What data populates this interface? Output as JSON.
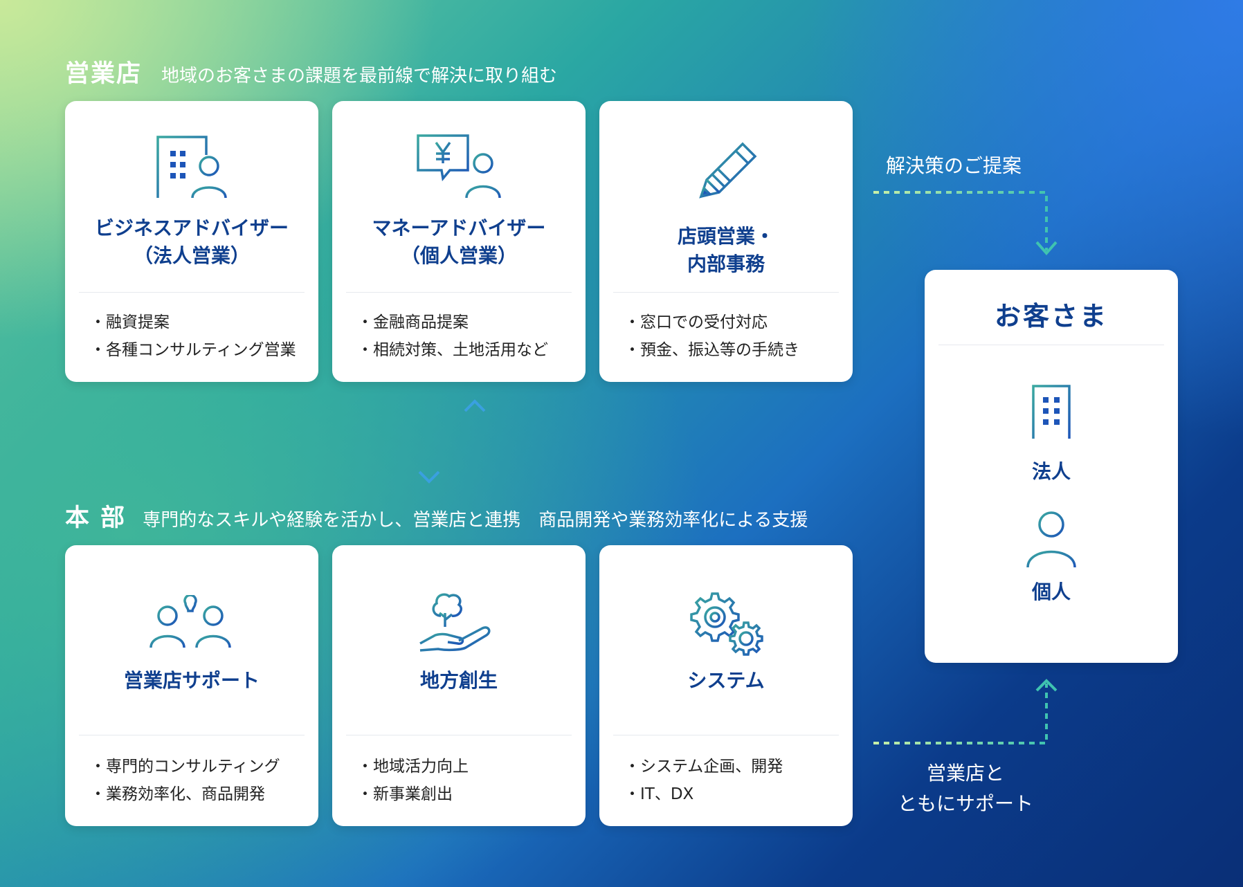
{
  "branch": {
    "heading": "営業店",
    "subheading": "地域のお客さまの課題を最前線で解決に取り組む",
    "cards": [
      {
        "icon": "building-person-icon",
        "title_line1": "ビジネスアドバイザー",
        "title_line2": "（法人営業）",
        "items": [
          "融資提案",
          "各種コンサルティング営業"
        ]
      },
      {
        "icon": "yen-speech-person-icon",
        "title_line1": "マネーアドバイザー",
        "title_line2": "（個人営業）",
        "items": [
          "金融商品提案",
          "相続対策、土地活用など"
        ]
      },
      {
        "icon": "pencil-icon",
        "title_line1": "店頭営業・",
        "title_line2": "内部事務",
        "items": [
          "窓口での受付対応",
          "預金、振込等の手続き"
        ]
      }
    ]
  },
  "hq": {
    "heading": "本 部",
    "subheading": "専門的なスキルや経験を活かし、営業店と連携　商品開発や業務効率化による支援",
    "cards": [
      {
        "icon": "people-lightbulb-icon",
        "title": "営業店サポート",
        "items": [
          "専門的コンサルティング",
          "業務効率化、商品開発"
        ]
      },
      {
        "icon": "hand-tree-icon",
        "title": "地方創生",
        "items": [
          "地域活力向上",
          "新事業創出"
        ]
      },
      {
        "icon": "gears-icon",
        "title": "システム",
        "items": [
          "システム企画、開発",
          "IT、DX"
        ]
      }
    ]
  },
  "customer": {
    "title": "お客さま",
    "corporate_label": "法人",
    "individual_label": "個人"
  },
  "flows": {
    "proposal_label": "解決策のご提案",
    "support_label_line1": "営業店と",
    "support_label_line2": "ともにサポート"
  },
  "colors": {
    "navy": "#0f3f8e",
    "icon_gradient_start": "#3aa8a0",
    "icon_gradient_end": "#1d55b8"
  }
}
